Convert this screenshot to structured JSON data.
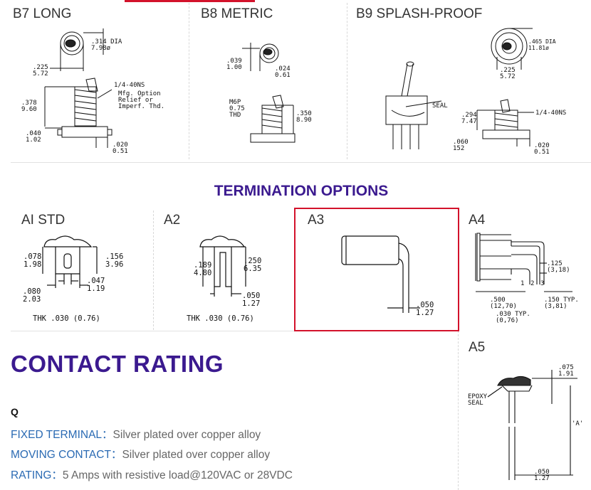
{
  "top_options": [
    {
      "title": "B7 LONG",
      "dims": {
        "dia": ".314  DIA",
        "dia_mm": "7.98ø",
        "w": ".225",
        "w_mm": "5.72",
        "h": ".378",
        "h_mm": "9.60",
        "base": ".040",
        "base_mm": "1.02",
        "thd": "1/4-40NS",
        "note1": "Mfg. Option",
        "note2": "Relief or",
        "note3": "Imperf. Thd.",
        "bot": ".020",
        "bot_mm": "0.51"
      }
    },
    {
      "title": "B8 METRIC",
      "dims": {
        "a": ".039",
        "a_mm": "1.00",
        "b": ".024",
        "b_mm": "0.61",
        "thd1": "M6P",
        "thd2": "0.75",
        "thd3": "THD",
        "h": ".350",
        "h_mm": "8.90"
      }
    },
    {
      "title": "B9 SPLASH-PROOF",
      "dims": {
        "dia": ".465  DIA",
        "dia_mm": "11.81ø",
        "w": ".225",
        "w_mm": "5.72",
        "seal": "SEAL",
        "h": ".294",
        "h_mm": "7.47",
        "thd": "1/4-40NS",
        "base": ".060",
        "base_mm": "152",
        "bot": ".020",
        "bot_mm": "0.51"
      }
    }
  ],
  "termination": {
    "heading": "TERMINATION OPTIONS",
    "options": [
      {
        "title": "AI STD",
        "dims": {
          "a": ".078",
          "a_mm": "1.98",
          "b": ".156",
          "b_mm": "3.96",
          "c": ".047",
          "c_mm": "1.19",
          "d": ".080",
          "d_mm": "2.03"
        },
        "thk": "THK  .030  (0.76)"
      },
      {
        "title": "A2",
        "dims": {
          "a": ".189",
          "a_mm": "4.80",
          "b": ".250",
          "b_mm": "6.35",
          "c": ".050",
          "c_mm": "1.27"
        },
        "thk": "THK  .030  (0.76)"
      },
      {
        "title": "A3",
        "dims": {
          "a": ".050",
          "a_mm": "1.27"
        }
      },
      {
        "title": "A4",
        "dims": {
          "a": ".125",
          "a_mm": "(3,18)",
          "b": ".500",
          "b_mm": "(12,70)",
          "c": ".030  TYP.",
          "c_mm": "(0,76)",
          "d": ".150  TYP.",
          "d_mm": "(3,81)",
          "n1": "1",
          "n2": "2",
          "n3": "3"
        }
      },
      {
        "title": "A5",
        "dims": {
          "a": ".075",
          "a_mm": "1.91",
          "epoxy1": "EPOXY",
          "epoxy2": "SEAL",
          "len": "'A'",
          "c": ".050",
          "c_mm": "1.27"
        }
      }
    ]
  },
  "contact": {
    "heading": "CONTACT RATING",
    "q": "Q",
    "rows": [
      {
        "label": "FIXED TERMINAL：",
        "value": "Silver plated over copper alloy"
      },
      {
        "label": "MOVING CONTACT：",
        "value": "Silver plated over copper alloy"
      },
      {
        "label": "RATING：",
        "value": "5 Amps with resistive load@120VAC or 28VDC"
      }
    ]
  },
  "colors": {
    "purple": "#3b1a8f",
    "blue": "#2a6ab3",
    "red": "#d3122b"
  }
}
